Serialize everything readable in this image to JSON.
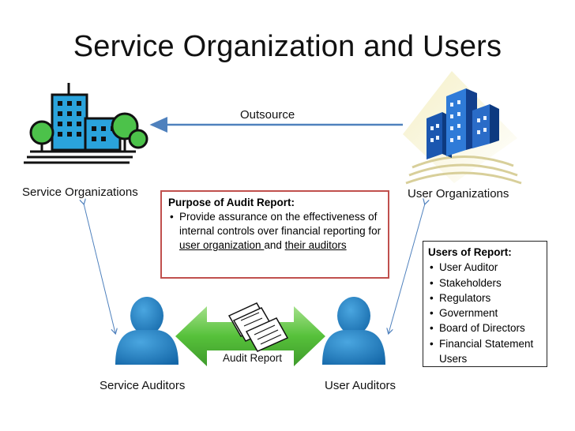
{
  "title": "Service Organization and Users",
  "labels": {
    "outsource": "Outsource",
    "service_organizations": "Service Organizations",
    "user_organizations": "User Organizations",
    "service_auditors": "Service Auditors",
    "user_auditors": "User Auditors",
    "audit_report": "Audit Report"
  },
  "purpose_box": {
    "heading": "Purpose of Audit Report:",
    "text_1": "Provide assurance on the effectiveness of internal controls over financial reporting  for ",
    "link_1": "user organization ",
    "text_2": "and ",
    "link_2": "their auditors"
  },
  "users_box": {
    "heading": "Users of Report:",
    "items": [
      "User Auditor",
      "Stakeholders",
      "Regulators",
      "Government",
      "Board of Directors",
      "Financial Statement Users"
    ]
  },
  "colors": {
    "arrow_blue": "#4f81bd",
    "box_red": "#c0504d",
    "person_blue": "#1f80c4",
    "green_arrow": "#4fb83b"
  }
}
